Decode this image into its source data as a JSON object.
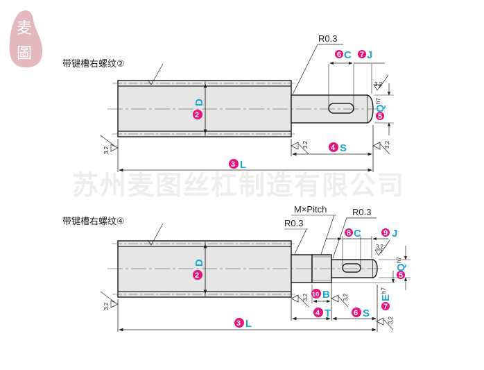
{
  "logo": {
    "chars": [
      "麦",
      "圖"
    ],
    "color": "#e3b9bd"
  },
  "watermark": "苏州麦图丝杠制造有限公司",
  "colors": {
    "badge": "#e5127d",
    "variable": "#1aa7e0",
    "body_fill": "#e6e6e6",
    "line": "#222222"
  },
  "drawing1": {
    "title": "带键槽右螺纹②",
    "fillet_note": "R0.3",
    "roughness": "3.2",
    "dims": {
      "D": {
        "num": "2",
        "var": "D"
      },
      "L": {
        "num": "3",
        "var": "L"
      },
      "S": {
        "num": "4",
        "var": "S"
      },
      "Q": {
        "num": "5",
        "var": "Q",
        "tol": "h7"
      },
      "C": {
        "num": "6",
        "var": "C"
      },
      "J": {
        "num": "7",
        "var": "J"
      }
    }
  },
  "drawing2": {
    "title": "带键槽右螺纹④",
    "fillet_note_1": "R0.3",
    "fillet_note_2": "R0.3",
    "thread_note": "M×Pitch",
    "roughness": "3.2",
    "dims": {
      "D": {
        "num": "2",
        "var": "D"
      },
      "L": {
        "num": "3",
        "var": "L"
      },
      "T": {
        "num": "4",
        "var": "T"
      },
      "Q": {
        "num": "5",
        "var": "Q",
        "tol": "h7"
      },
      "S": {
        "num": "6",
        "var": "S"
      },
      "E": {
        "num": "7",
        "var": "E",
        "tol": "h7"
      },
      "C": {
        "num": "8",
        "var": "C"
      },
      "J": {
        "num": "9",
        "var": "J"
      },
      "B": {
        "num": "10",
        "var": "B"
      }
    }
  }
}
